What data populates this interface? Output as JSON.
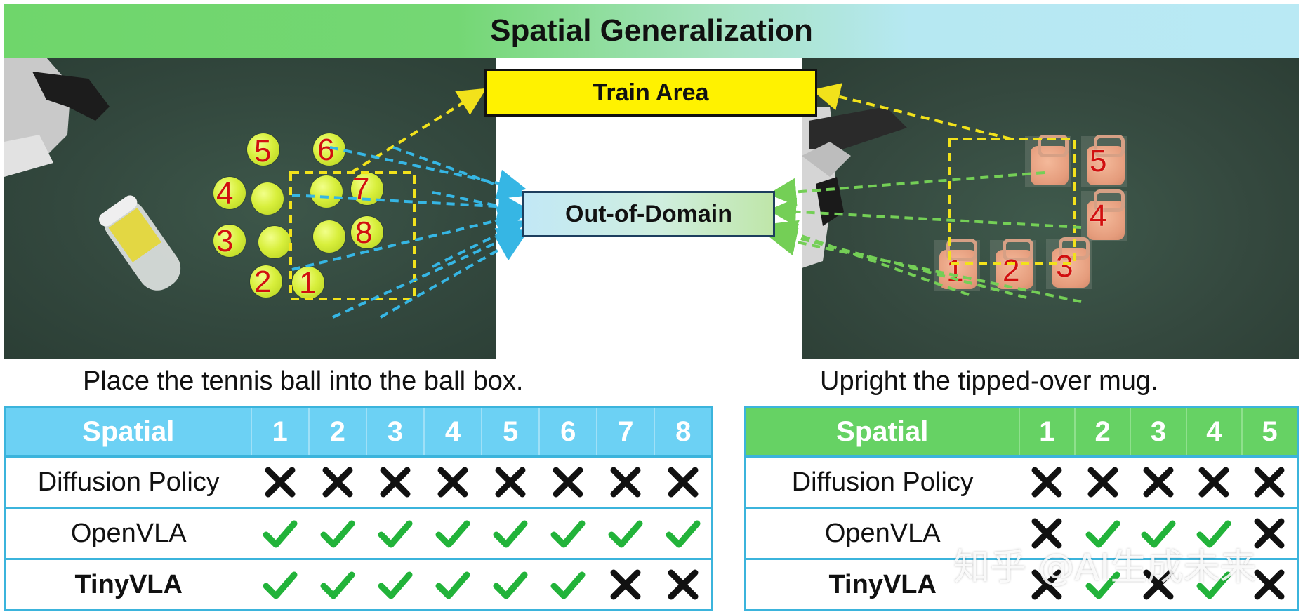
{
  "title": "Spatial Generalization",
  "labels": {
    "train_area": "Train Area",
    "out_of_domain": "Out-of-Domain"
  },
  "left_task": {
    "caption": "Place the tennis ball into the ball box.",
    "ball_numbers": [
      "5",
      "6",
      "4",
      "7",
      "3",
      "8",
      "2",
      "1"
    ]
  },
  "right_task": {
    "caption": "Upright the tipped-over mug.",
    "mug_numbers": [
      "5",
      "4",
      "1",
      "2",
      "3"
    ]
  },
  "left_table": {
    "header_label": "Spatial",
    "positions": [
      "1",
      "2",
      "3",
      "4",
      "5",
      "6",
      "7",
      "8"
    ],
    "header_color": "#6cd1f4",
    "rows": [
      {
        "method": "Diffusion Policy",
        "bold": false,
        "results": [
          "fail",
          "fail",
          "fail",
          "fail",
          "fail",
          "fail",
          "fail",
          "fail"
        ]
      },
      {
        "method": "OpenVLA",
        "bold": false,
        "results": [
          "success",
          "success",
          "success",
          "success",
          "success",
          "success",
          "success",
          "success"
        ]
      },
      {
        "method": "TinyVLA",
        "bold": true,
        "results": [
          "success",
          "success",
          "success",
          "success",
          "success",
          "success",
          "fail",
          "fail"
        ]
      }
    ]
  },
  "right_table": {
    "header_label": "Spatial",
    "positions": [
      "1",
      "2",
      "3",
      "4",
      "5"
    ],
    "header_color": "#66d264",
    "rows": [
      {
        "method": "Diffusion Policy",
        "bold": false,
        "results": [
          "fail",
          "fail",
          "fail",
          "fail",
          "fail"
        ]
      },
      {
        "method": "OpenVLA",
        "bold": false,
        "results": [
          "fail",
          "success",
          "success",
          "success",
          "fail"
        ]
      },
      {
        "method": "TinyVLA",
        "bold": true,
        "results": [
          "fail",
          "success",
          "fail",
          "success",
          "fail"
        ]
      }
    ]
  },
  "icons": {
    "success": "check-mark-icon",
    "fail": "cross-mark-icon"
  },
  "colors": {
    "success": "#22b33a",
    "fail": "#111111",
    "number": "#d10f0f",
    "train_dash": "#f2e21b",
    "left_dash": "#36b6e4",
    "right_dash": "#74cf56"
  },
  "watermark": "知乎 @AI生成未来"
}
